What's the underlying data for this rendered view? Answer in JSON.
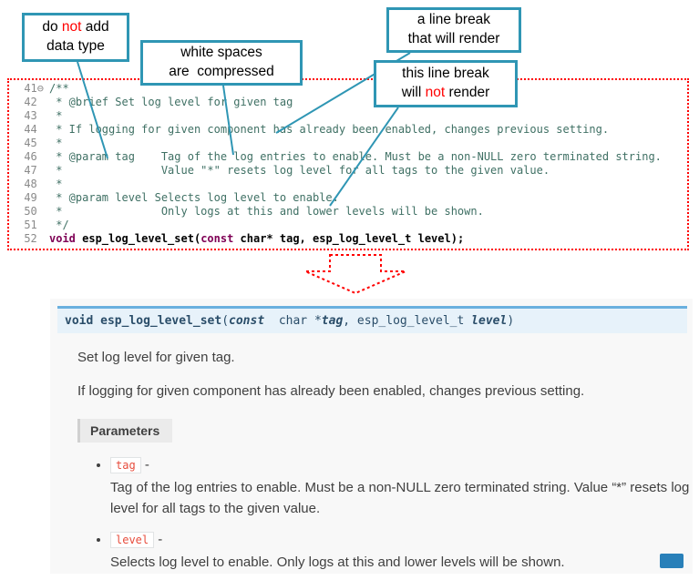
{
  "colors": {
    "teal": "#2f96b4",
    "sigbg": "#e7f2fa",
    "sigborder": "#6ab0de",
    "chipred": "#e74c3c",
    "brandblue": "#2980b9"
  },
  "callouts": {
    "no_datatype": {
      "l1_pre": "do ",
      "l1_red": "not",
      "l1_post": " add",
      "l2": "data type"
    },
    "whitespace": {
      "l1": "white spaces",
      "l2": "are  compressed"
    },
    "break_render": {
      "l1": "a line break",
      "l2": "that will render"
    },
    "break_norender": {
      "l1": "this line break",
      "l2_pre": "will ",
      "l2_red": "not",
      "l2_post": " render"
    }
  },
  "editor": {
    "lines": [
      {
        "num": "41",
        "fold": "⊖",
        "segments": [
          {
            "cls": "comment",
            "text": "/**"
          }
        ]
      },
      {
        "num": "42",
        "segments": [
          {
            "cls": "comment",
            "text": " * @brief Set log level for given tag"
          }
        ]
      },
      {
        "num": "43",
        "segments": [
          {
            "cls": "comment",
            "text": " *"
          }
        ]
      },
      {
        "num": "44",
        "segments": [
          {
            "cls": "comment",
            "text": " * If logging for given component has already been enabled, changes previous setting."
          }
        ]
      },
      {
        "num": "45",
        "segments": [
          {
            "cls": "comment",
            "text": " *"
          }
        ]
      },
      {
        "num": "46",
        "segments": [
          {
            "cls": "comment",
            "text": " * @param tag    Tag of the log entries to enable. Must be a non-NULL zero terminated string."
          }
        ]
      },
      {
        "num": "47",
        "segments": [
          {
            "cls": "comment",
            "text": " *               Value \"*\" resets log level for all tags to the given value."
          }
        ]
      },
      {
        "num": "48",
        "segments": [
          {
            "cls": "comment",
            "text": " *"
          }
        ]
      },
      {
        "num": "49",
        "segments": [
          {
            "cls": "comment",
            "text": " * @param level Selects log level to enable."
          }
        ]
      },
      {
        "num": "50",
        "segments": [
          {
            "cls": "comment",
            "text": " *               Only logs at this and lower levels will be shown."
          }
        ]
      },
      {
        "num": "51",
        "segments": [
          {
            "cls": "comment",
            "text": " */"
          }
        ]
      },
      {
        "num": "52",
        "segments": [
          {
            "cls": "keyword",
            "text": "void"
          },
          {
            "cls": "code-bold",
            "text": " esp_log_level_set("
          },
          {
            "cls": "keyword",
            "text": "const"
          },
          {
            "cls": "code-bold",
            "text": " char* tag, esp_log_level_t level);"
          }
        ]
      }
    ]
  },
  "docs": {
    "signature": [
      {
        "cls": "sig-kw",
        "text": "void"
      },
      {
        "cls": "sig-name",
        "text": " esp_log_level_set"
      },
      {
        "cls": "sig-plain",
        "text": "("
      },
      {
        "cls": "sig-kw-it",
        "text": "const"
      },
      {
        "cls": "sig-plain",
        "text": "  char *"
      },
      {
        "cls": "sig-param",
        "text": "tag"
      },
      {
        "cls": "sig-plain",
        "text": ", esp_log_level_t "
      },
      {
        "cls": "sig-param",
        "text": "level"
      },
      {
        "cls": "sig-plain",
        "text": ")"
      }
    ],
    "brief": "Set log level for given tag.",
    "description": "If logging for given component has already been enabled, changes previous setting.",
    "parameters_label": "Parameters",
    "params": [
      {
        "name": "tag",
        "sep": " -",
        "desc": "Tag of the log entries to enable. Must be a non-NULL zero terminated string. Value “*” resets log level for all tags to the given value."
      },
      {
        "name": "level",
        "sep": " -",
        "desc": "Selects log level to enable. Only logs at this and lower levels will be shown."
      }
    ]
  }
}
